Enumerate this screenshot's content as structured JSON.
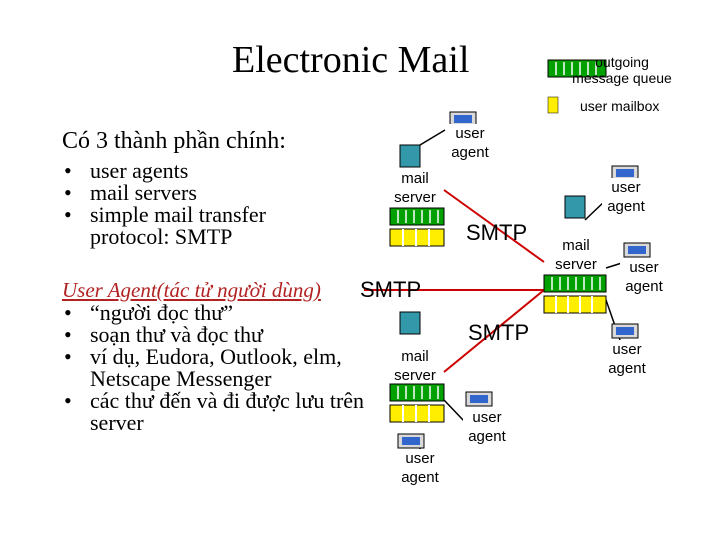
{
  "title": "Electronic Mail",
  "intro": {
    "heading": "Có 3 thành phần chính:",
    "items": [
      "user agents",
      "mail servers",
      "simple mail transfer protocol: SMTP"
    ]
  },
  "user_agent_section": {
    "heading": "User Agent(tác tử người dùng)",
    "items": [
      "“người đọc thư”",
      "soạn thư và đọc thư",
      "ví dụ, Eudora, Outlook, elm, Netscape Messenger",
      "các thư đến và đi được lưu trên server"
    ]
  },
  "legend": {
    "outgoing_queue": "outgoing message queue",
    "user_mailbox": "user mailbox"
  },
  "diagram": {
    "mail_server_label": "mail server",
    "user_agent_label": "user agent",
    "smtp_label": "SMTP",
    "colors": {
      "queue": "#00a000",
      "mailbox": "#ffee00",
      "line": "#cc0000"
    }
  }
}
